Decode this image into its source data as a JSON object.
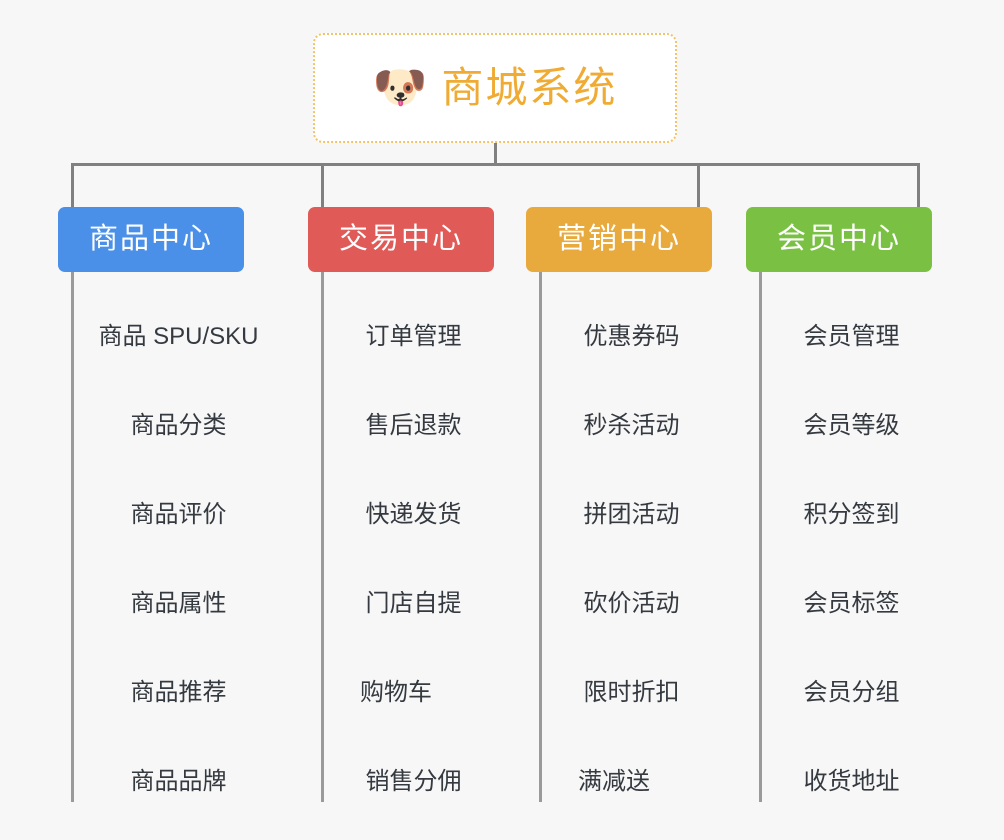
{
  "canvas": {
    "background": "#f7f7f7",
    "connector_color": "#808080",
    "leaf_line_color": "#9a9a9a",
    "leaf_text_color": "#353a40"
  },
  "root": {
    "title": "商城系统",
    "icon": "shiba-dog-face-icon",
    "emoji": "🐶",
    "text_color": "#efab33",
    "border_color": "#f3c366",
    "background": "#ffffff"
  },
  "categories": [
    {
      "label": "商品中心",
      "color": "#4a90e8",
      "items": [
        "商品 SPU/SKU",
        "商品分类",
        "商品评价",
        "商品属性",
        "商品推荐",
        "商品品牌"
      ]
    },
    {
      "label": "交易中心",
      "color": "#e05a58",
      "items": [
        "订单管理",
        "售后退款",
        "快递发货",
        "门店自提",
        "购物车",
        "销售分佣"
      ]
    },
    {
      "label": "营销中心",
      "color": "#e8aa3c",
      "items": [
        "优惠券码",
        "秒杀活动",
        "拼团活动",
        "砍价活动",
        "限时折扣",
        "满减送"
      ]
    },
    {
      "label": "会员中心",
      "color": "#7ac143",
      "items": [
        "会员管理",
        "会员等级",
        "积分签到",
        "会员标签",
        "会员分组",
        "收货地址"
      ]
    }
  ]
}
